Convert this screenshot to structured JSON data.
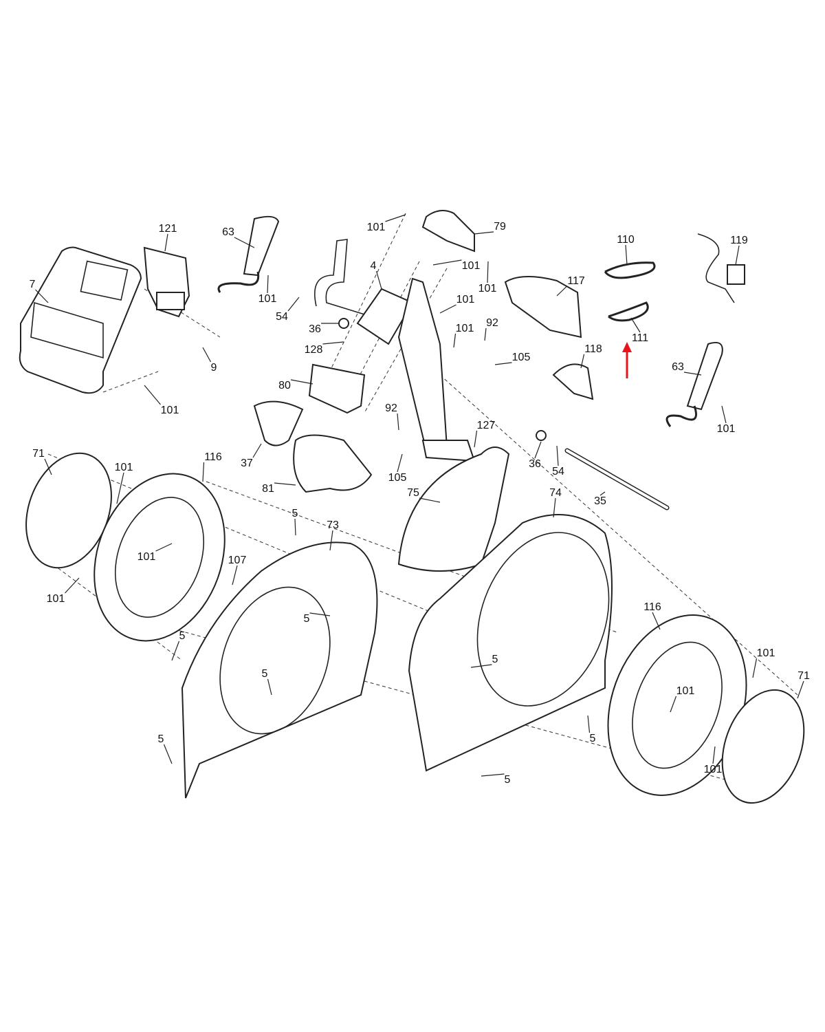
{
  "callouts": [
    "121",
    "63",
    "101",
    "79",
    "110",
    "119",
    "7",
    "4",
    "101",
    "101",
    "54",
    "101",
    "117",
    "36",
    "101",
    "101",
    "92",
    "111",
    "128",
    "105",
    "118",
    "9",
    "80",
    "63",
    "101",
    "92",
    "127",
    "101",
    "71",
    "116",
    "37",
    "36",
    "54",
    "101",
    "105",
    "81",
    "75",
    "74",
    "35",
    "5",
    "73",
    "101",
    "107",
    "101",
    "5",
    "116",
    "101",
    "71",
    "5",
    "5",
    "5",
    "101",
    "5",
    "5",
    "101",
    "5"
  ],
  "highlight": {
    "part": "111",
    "arrow_color": "#e8131b"
  }
}
